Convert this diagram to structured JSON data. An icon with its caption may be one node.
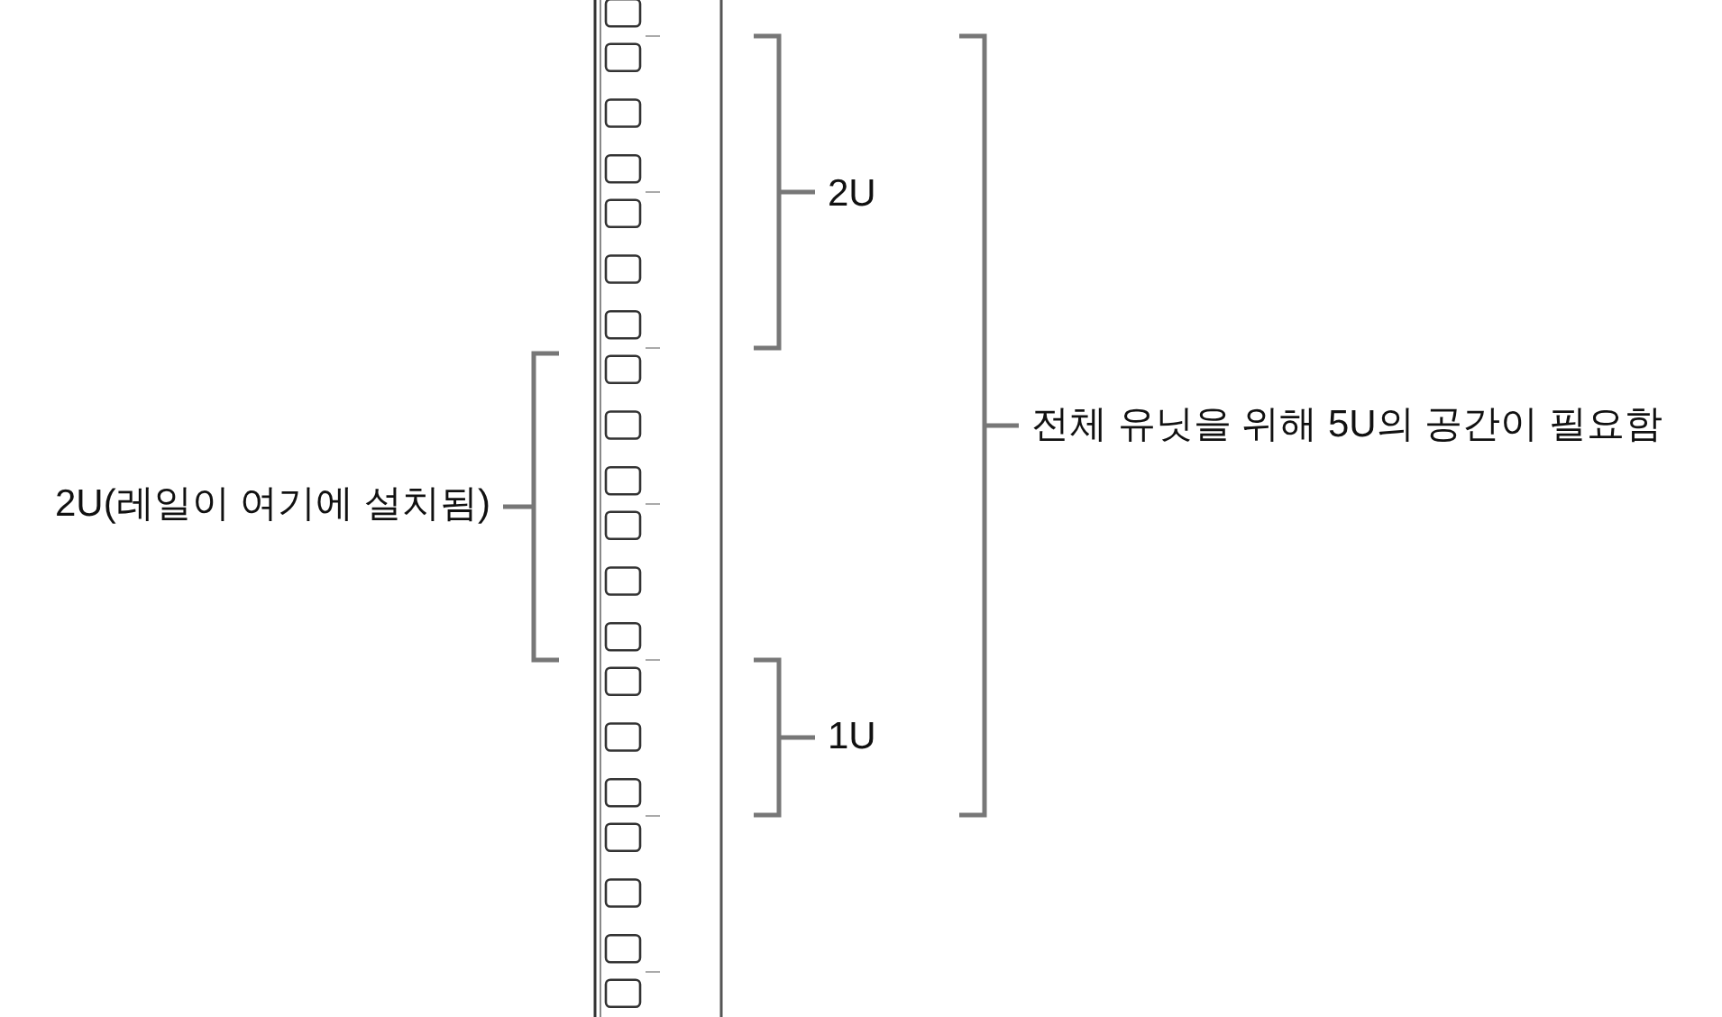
{
  "diagram": {
    "labels": [
      "2U",
      "전체 유닛을 위해 5U의 공간이 필요함",
      "2U(레일이 여기에 설치됨)",
      "1U"
    ]
  }
}
